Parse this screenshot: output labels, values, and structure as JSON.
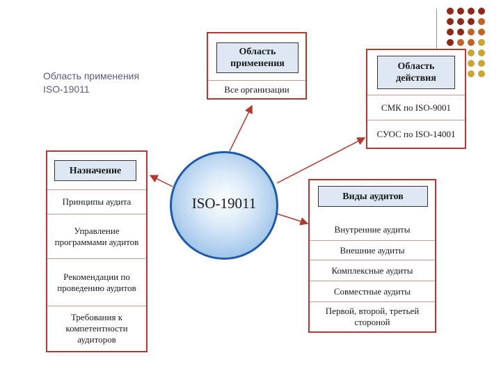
{
  "caption": "Область применения ISO-19011",
  "center": "ISO-19011",
  "scope_box": {
    "header": "Область применения",
    "items": [
      "Все организации"
    ]
  },
  "action_box": {
    "header": "Область действия",
    "items": [
      "СМК по ISO-9001",
      "СУОС по ISO-14001"
    ]
  },
  "purpose_box": {
    "header": "Назначение",
    "items": [
      "Принципы аудита",
      "Управление программами аудитов",
      "Рекомендации по проведению аудитов",
      "Требования к компетентности аудиторов"
    ]
  },
  "audit_types_box": {
    "header": "Виды аудитов",
    "items": [
      "Внутренние аудиты",
      "Внешние аудиты",
      "Комплексные аудиты",
      "Совместные аудиты",
      "Первой, второй, третьей стороной"
    ]
  },
  "colors": {
    "box_border": "#b03a2e",
    "arrow": "#b03a2e",
    "circle_border": "#1f5aa6",
    "header_fill": "#dfe7f2",
    "dot_dark": "#8b2a1c",
    "dot_mid": "#c0622a",
    "dot_light": "#c9a63a"
  }
}
